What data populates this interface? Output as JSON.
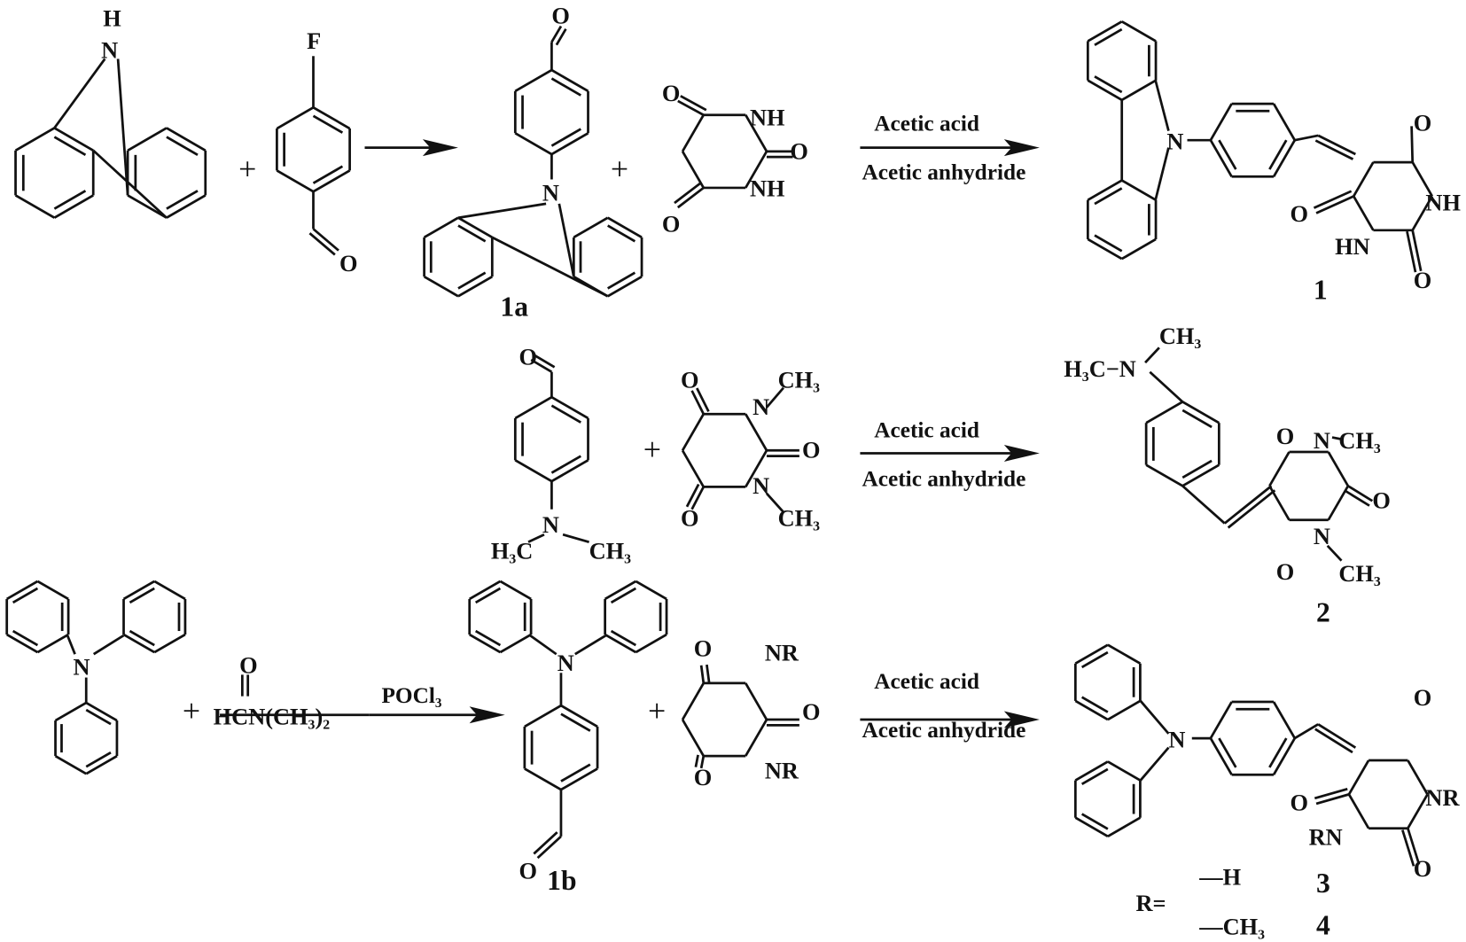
{
  "title": "Synthesis scheme of compounds 1-4",
  "atoms": {
    "H": "H",
    "N": "N",
    "F": "F",
    "O": "O",
    "NH": "NH",
    "HN": "HN",
    "NR": "NR",
    "RN": "RN",
    "CH3": "CH₃",
    "H3C": "H₃C",
    "H3C_N": "H₃C−N"
  },
  "reagents": {
    "dmf": "HCN(CH₃)₂",
    "pocl3": "POCl₃",
    "acetic_acid": "Acetic acid",
    "acetic_anhydride": "Acetic anhydride",
    "plus": "+"
  },
  "compounds": {
    "c1a": "1a",
    "c1b": "1b",
    "c1": "1",
    "c2": "2",
    "c3": "3",
    "c4": "4"
  },
  "r_legend": {
    "label": "R=",
    "option_3": "—H",
    "option_4": "—CH₃"
  }
}
